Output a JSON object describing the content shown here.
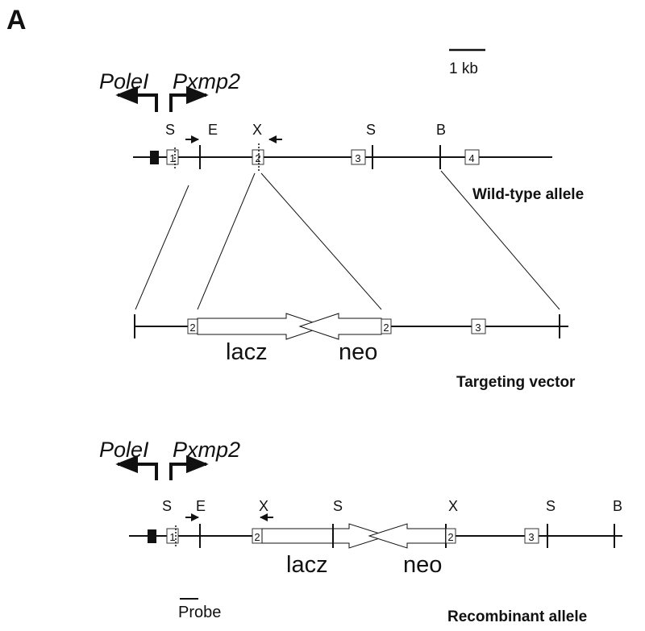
{
  "panel_label": "A",
  "scale_bar": {
    "label": "1 kb"
  },
  "wild_type": {
    "gene_left": "PoleI",
    "gene_right": "Pxmp2",
    "sites": {
      "s1": "S",
      "e1": "E",
      "x1": "X",
      "s2": "S",
      "b1": "B"
    },
    "exons": {
      "e1": "1",
      "e2": "2",
      "e3": "3",
      "e4": "4"
    },
    "caption": "Wild-type allele"
  },
  "targeting_vector": {
    "exons": {
      "left": "2",
      "right": "2",
      "e3": "3"
    },
    "lacz": "lacz",
    "neo": "neo",
    "caption": "Targeting vector"
  },
  "recombinant": {
    "gene_left": "PoleI",
    "gene_right": "Pxmp2",
    "sites": {
      "s1": "S",
      "e1": "E",
      "x1": "X",
      "s2": "S",
      "x2": "X",
      "s3": "S",
      "b1": "B"
    },
    "exons": {
      "e1": "1",
      "left2": "2",
      "right2": "2",
      "e3": "3"
    },
    "lacz": "lacz",
    "neo": "neo",
    "probe": "Probe",
    "caption": "Recombinant allele"
  }
}
